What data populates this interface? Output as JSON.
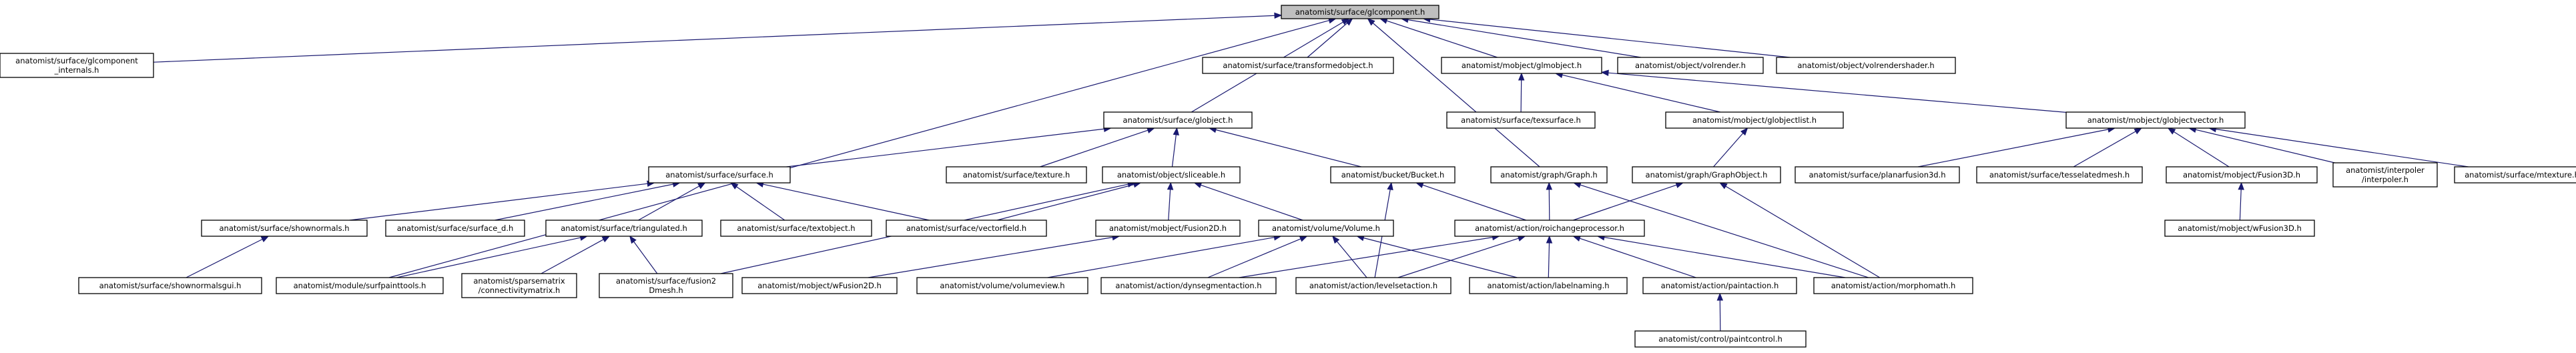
{
  "colors": {
    "edge": "#191970",
    "root_fill": "#bfbfbf",
    "node_fill": "#ffffff",
    "node_border": "#000000"
  },
  "nodes": [
    {
      "id": "root",
      "lines": [
        "anatomist/surface/glcomponent.h"
      ],
      "root": true
    },
    {
      "id": "glci",
      "lines": [
        "anatomist/surface/glcomponent",
        "_internals.h"
      ]
    },
    {
      "id": "transf",
      "lines": [
        "anatomist/surface/transformedobject.h"
      ]
    },
    {
      "id": "glmobj",
      "lines": [
        "anatomist/mobject/glmobject.h"
      ]
    },
    {
      "id": "volrender",
      "lines": [
        "anatomist/object/volrender.h"
      ]
    },
    {
      "id": "volrshader",
      "lines": [
        "anatomist/object/volrendershader.h"
      ]
    },
    {
      "id": "globject",
      "lines": [
        "anatomist/surface/globject.h"
      ]
    },
    {
      "id": "texsurf",
      "lines": [
        "anatomist/surface/texsurface.h"
      ]
    },
    {
      "id": "globjlist",
      "lines": [
        "anatomist/mobject/globjectlist.h"
      ]
    },
    {
      "id": "globjvec",
      "lines": [
        "anatomist/mobject/globjectvector.h"
      ]
    },
    {
      "id": "surface",
      "lines": [
        "anatomist/surface/surface.h"
      ]
    },
    {
      "id": "texture",
      "lines": [
        "anatomist/surface/texture.h"
      ]
    },
    {
      "id": "sliceable",
      "lines": [
        "anatomist/object/sliceable.h"
      ]
    },
    {
      "id": "bucket",
      "lines": [
        "anatomist/bucket/Bucket.h"
      ]
    },
    {
      "id": "graph",
      "lines": [
        "anatomist/graph/Graph.h"
      ]
    },
    {
      "id": "graphobj",
      "lines": [
        "anatomist/graph/GraphObject.h"
      ]
    },
    {
      "id": "planar",
      "lines": [
        "anatomist/surface/planarfusion3d.h"
      ]
    },
    {
      "id": "tessel",
      "lines": [
        "anatomist/surface/tesselatedmesh.h"
      ]
    },
    {
      "id": "fusion3d",
      "lines": [
        "anatomist/mobject/Fusion3D.h"
      ]
    },
    {
      "id": "interpoler",
      "lines": [
        "anatomist/interpoler",
        "/interpoler.h"
      ]
    },
    {
      "id": "mtexture",
      "lines": [
        "anatomist/surface/mtexture.h"
      ]
    },
    {
      "id": "shown",
      "lines": [
        "anatomist/surface/shownormals.h"
      ]
    },
    {
      "id": "surfd",
      "lines": [
        "anatomist/surface/surface_d.h"
      ]
    },
    {
      "id": "triang",
      "lines": [
        "anatomist/surface/triangulated.h"
      ]
    },
    {
      "id": "textobj",
      "lines": [
        "anatomist/surface/textobject.h"
      ]
    },
    {
      "id": "vecfield",
      "lines": [
        "anatomist/surface/vectorfield.h"
      ]
    },
    {
      "id": "fusion2d",
      "lines": [
        "anatomist/mobject/Fusion2D.h"
      ]
    },
    {
      "id": "volume",
      "lines": [
        "anatomist/volume/Volume.h"
      ]
    },
    {
      "id": "roichange",
      "lines": [
        "anatomist/action/roichangeprocessor.h"
      ]
    },
    {
      "id": "wfusion3d",
      "lines": [
        "anatomist/mobject/wFusion3D.h"
      ]
    },
    {
      "id": "showngui",
      "lines": [
        "anatomist/surface/shownormalsgui.h"
      ]
    },
    {
      "id": "surfpaint",
      "lines": [
        "anatomist/module/surfpainttools.h"
      ]
    },
    {
      "id": "sparse",
      "lines": [
        "anatomist/sparsematrix",
        "/connectivitymatrix.h"
      ]
    },
    {
      "id": "fusion2dmesh",
      "lines": [
        "anatomist/surface/fusion2",
        "Dmesh.h"
      ]
    },
    {
      "id": "wfusion2d",
      "lines": [
        "anatomist/mobject/wFusion2D.h"
      ]
    },
    {
      "id": "volview",
      "lines": [
        "anatomist/volume/volumeview.h"
      ]
    },
    {
      "id": "dynseg",
      "lines": [
        "anatomist/action/dynsegmentaction.h"
      ]
    },
    {
      "id": "levelset",
      "lines": [
        "anatomist/action/levelsetaction.h"
      ]
    },
    {
      "id": "labelnaming",
      "lines": [
        "anatomist/action/labelnaming.h"
      ]
    },
    {
      "id": "paintaction",
      "lines": [
        "anatomist/action/paintaction.h"
      ]
    },
    {
      "id": "morphomath",
      "lines": [
        "anatomist/action/morphomath.h"
      ]
    },
    {
      "id": "paintcontrol",
      "lines": [
        "anatomist/control/paintcontrol.h"
      ]
    }
  ],
  "edges": [
    [
      "root",
      "glci"
    ],
    [
      "root",
      "transf"
    ],
    [
      "root",
      "glmobj"
    ],
    [
      "root",
      "volrender"
    ],
    [
      "root",
      "volrshader"
    ],
    [
      "root",
      "globject"
    ],
    [
      "root",
      "graph"
    ],
    [
      "root",
      "surfpaint"
    ],
    [
      "glmobj",
      "texsurf"
    ],
    [
      "glmobj",
      "globjlist"
    ],
    [
      "glmobj",
      "globjvec"
    ],
    [
      "globjlist",
      "graphobj"
    ],
    [
      "globjvec",
      "planar"
    ],
    [
      "globjvec",
      "tessel"
    ],
    [
      "globjvec",
      "fusion3d"
    ],
    [
      "globjvec",
      "interpoler"
    ],
    [
      "globjvec",
      "mtexture"
    ],
    [
      "fusion3d",
      "wfusion3d"
    ],
    [
      "globject",
      "surface"
    ],
    [
      "globject",
      "texture"
    ],
    [
      "globject",
      "sliceable"
    ],
    [
      "globject",
      "bucket"
    ],
    [
      "surface",
      "shown"
    ],
    [
      "surface",
      "surfd"
    ],
    [
      "surface",
      "triang"
    ],
    [
      "surface",
      "textobj"
    ],
    [
      "surface",
      "vecfield"
    ],
    [
      "shown",
      "showngui"
    ],
    [
      "triang",
      "surfpaint"
    ],
    [
      "triang",
      "sparse"
    ],
    [
      "triang",
      "fusion2dmesh"
    ],
    [
      "sliceable",
      "vecfield"
    ],
    [
      "sliceable",
      "fusion2d"
    ],
    [
      "sliceable",
      "volume"
    ],
    [
      "sliceable",
      "fusion2dmesh"
    ],
    [
      "fusion2d",
      "wfusion2d"
    ],
    [
      "bucket",
      "roichange"
    ],
    [
      "bucket",
      "levelset"
    ],
    [
      "graph",
      "roichange"
    ],
    [
      "graph",
      "morphomath"
    ],
    [
      "graphobj",
      "roichange"
    ],
    [
      "graphobj",
      "morphomath"
    ],
    [
      "volume",
      "volview"
    ],
    [
      "volume",
      "dynseg"
    ],
    [
      "volume",
      "levelset"
    ],
    [
      "volume",
      "labelnaming"
    ],
    [
      "roichange",
      "dynseg"
    ],
    [
      "roichange",
      "levelset"
    ],
    [
      "roichange",
      "labelnaming"
    ],
    [
      "roichange",
      "paintaction"
    ],
    [
      "roichange",
      "morphomath"
    ],
    [
      "paintaction",
      "paintcontrol"
    ]
  ]
}
